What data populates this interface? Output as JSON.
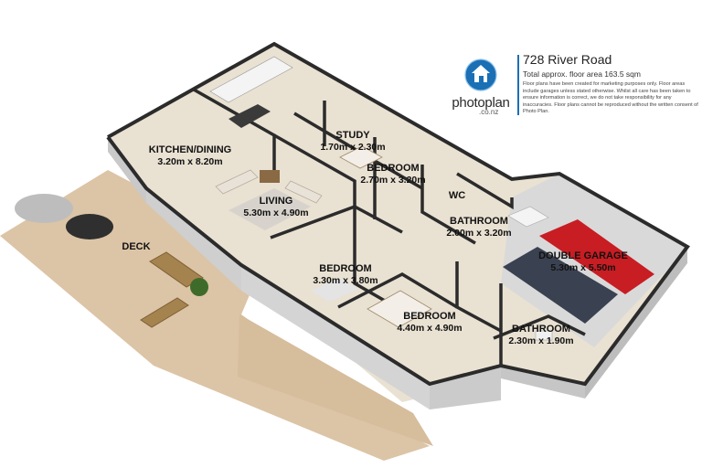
{
  "header": {
    "address": "728 River Road",
    "floor_area": "Total approx. floor area 163.5 sqm",
    "disclaimer": "Floor plans have been created for marketing purposes only. Floor areas include garages unless stated otherwise. Whilst all care has been taken to ensure information is correct, we do not take responsibility for any inaccuracies. Floor plans cannot be reproduced without the written consent of Photo Plan."
  },
  "brand": {
    "name": "photoplan",
    "tld": ".co.nz",
    "icon": "house-globe-icon",
    "accent": "#1a6fb5"
  },
  "rooms": [
    {
      "key": "kitchen",
      "name": "KITCHEN/DINING",
      "dims": "3.20m x 8.20m"
    },
    {
      "key": "study",
      "name": "STUDY",
      "dims": "1.70m x 2.30m"
    },
    {
      "key": "bedroom1",
      "name": "BEDROOM",
      "dims": "2.70m x 3.20m"
    },
    {
      "key": "living",
      "name": "LIVING",
      "dims": "5.30m x 4.90m"
    },
    {
      "key": "wc",
      "name": "WC",
      "dims": ""
    },
    {
      "key": "bathroom1",
      "name": "BATHROOM",
      "dims": "2.00m x 3.20m"
    },
    {
      "key": "deck",
      "name": "DECK",
      "dims": ""
    },
    {
      "key": "garage",
      "name": "DOUBLE GARAGE",
      "dims": "5.30m x 5.50m"
    },
    {
      "key": "bedroom2",
      "name": "BEDROOM",
      "dims": "3.30m x 3.80m"
    },
    {
      "key": "bedroom3",
      "name": "BEDROOM",
      "dims": "4.40m x 4.90m"
    },
    {
      "key": "bathroom2",
      "name": "BATHROOM",
      "dims": "2.30m x 1.90m"
    }
  ],
  "colors": {
    "deck": "#dcc4a6",
    "floor": "#e9e1d2",
    "wall_top": "#2b2b2b",
    "wall_side": "#cfcfcf",
    "garage_floor": "#d9d9d9",
    "car_red": "#c81d23",
    "car_dark": "#3a4150"
  }
}
